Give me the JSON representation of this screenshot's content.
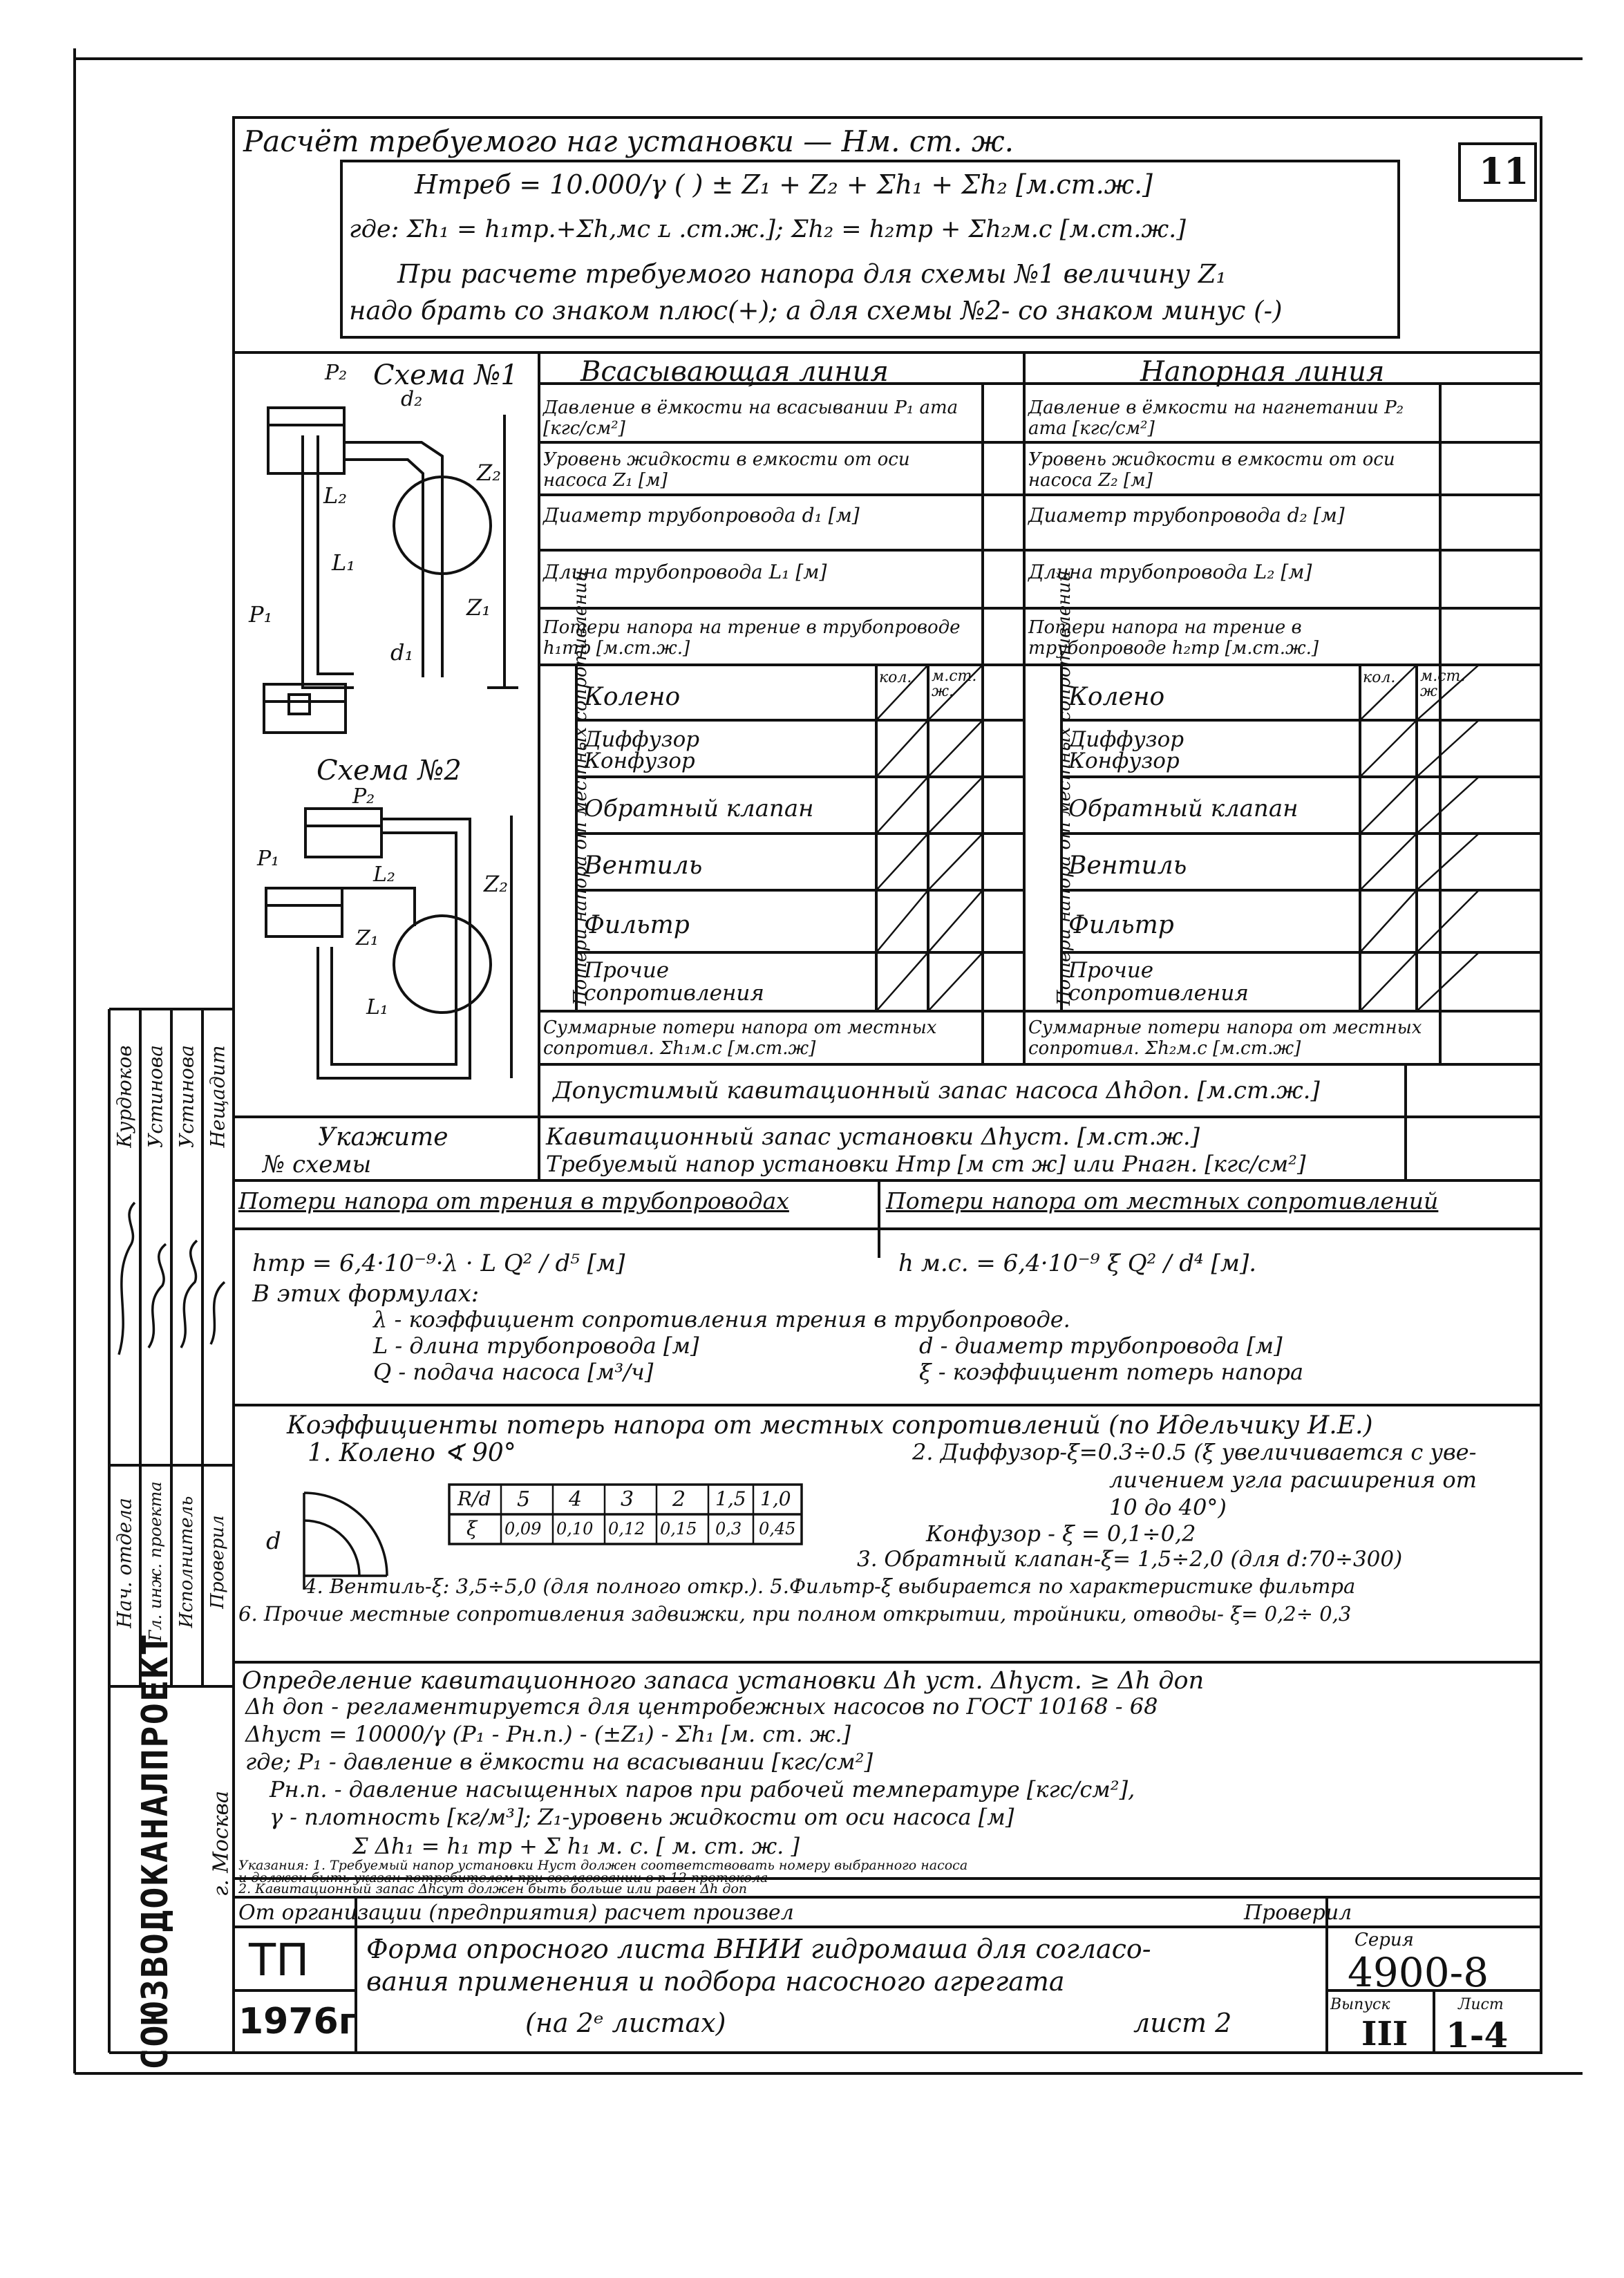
{
  "header": {
    "title": "Расчёт требуемого наг        установки — Нм. ст. ж.",
    "sheet_number": "11",
    "formula_1": "Нтреб = 10.000/γ (        ) ± Z₁ + Z₂ + Σh₁ + Σh₂  [м.ст.ж.]",
    "formula_2": "где: Σh₁ = h₁тр.+Σh,мс ʟ   .ст.ж.];   Σh₂ = h₂тр + Σh₂м.с [м.ст.ж.]",
    "note_1": "При расчете требуемого напора для схемы №1 величину Z₁",
    "note_2": "надо брать со знаком плюс(+); а для схемы №2- со знаком минус (-)"
  },
  "schemes": {
    "scheme1_label": "Схема №1",
    "scheme2_label": "Схема №2",
    "labels": {
      "p1": "P₁",
      "p2": "P₂",
      "d1": "d₁",
      "d2": "d₂",
      "l1": "L₁",
      "l2": "L₂",
      "z1": "Z₁",
      "z2": "Z₂"
    }
  },
  "table": {
    "suction_title": "Всасывающая линия",
    "discharge_title": "Напорная линия",
    "suction_rows": [
      "Давление в ёмкости на всасывании P₁ ата [кгс/см²]",
      "Уровень жидкости в емкости от оси насоса Z₁ [м]",
      "Диаметр трубопровода d₁ [м]",
      "Длина трубопровода L₁ [м]",
      "Потери напора на трение в трубопроводе h₁тр [м.ст.ж.]"
    ],
    "discharge_rows": [
      "Давление в ёмкости на нагнетании P₂ ата [кгс/см²]",
      "Уровень жидкости в емкости от оси насоса Z₂ [м]",
      "Диаметр трубопровода d₂ [м]",
      "Длина трубопровода L₂ [м]",
      "Потери напора на трение в трубопроводе h₂тр [м.ст.ж.]"
    ],
    "local_group_label": "Потери напора от местных сопротивлений",
    "local_items": [
      "Колено",
      "Диффузор Конфузор",
      "Обратный клапан",
      "Вентиль",
      "Фильтр",
      "Прочие сопротивления"
    ],
    "unit_kol": "кол.",
    "unit_mst": "м.ст. ж.",
    "sum_suction": "Суммарные потери напора от местных сопротивл. Σh₁м.с [м.ст.ж]",
    "sum_discharge": "Суммарные потери напора от местных сопротивл. Σh₂м.с [м.ст.ж]",
    "allowable": "Допустимый кавитационный запас насоса Δhдоп. [м.ст.ж.]",
    "specify_1": "Укажите",
    "specify_2": "№ схемы",
    "cavitation_install": "Кавитационный запас установки Δhуст. [м.ст.ж.]",
    "required_head": "Требуемый напор установки Hтр [м ст ж] или Pнагн. [кгс/см²]"
  },
  "formulas": {
    "friction_title": "Потери напора от трения в трубопроводах",
    "local_title": "Потери напора от местных сопротивлений",
    "friction_formula": "hтр = 6,4·10⁻⁹·λ · L Q² / d⁵  [м]",
    "local_formula": "h м.с. = 6,4·10⁻⁹ ξ  Q² / d⁴  [м].",
    "in_formulas": "В этих формулах:",
    "def_lambda": "λ - коэффициент сопротивления трения в трубопроводе.",
    "def_L": "L - длина трубопровода [м]",
    "def_d": "d - диаметр трубопровода [м]",
    "def_Q": "Q - подача насоса        [м³/ч]",
    "def_xi": "ξ - коэффициент потерь напора"
  },
  "coefficients": {
    "title": "Коэффициенты потерь напора от местных сопротивлений (по Идельчику И.Е.)",
    "elbow": "1. Колено ∢ 90°",
    "diffuser_1": "2. Диффузор-ξ=0.3÷0.5 (ξ увеличивается с уве-",
    "diffuser_2": "личением угла расширения от",
    "diffuser_3": "10 до 40°)",
    "confuser": "Конфузор - ξ = 0,1÷0,2",
    "check_valve": "3. Обратный клапан-ξ= 1,5÷2,0 (для d:70÷300)",
    "valve_filter": "4. Вентиль-ξ: 3,5÷5,0 (для полного откр.). 5.Фильтр-ξ выбирается по характеристике фильтра",
    "others": "6. Прочие местные сопротивления задвижки, при полном открытии, тройники, отводы- ξ= 0,2÷ 0,3",
    "elbow_table_headers": [
      "R/d",
      "ξ"
    ],
    "elbow_R_d": [
      "5",
      "4",
      "3",
      "2",
      "1,5",
      "1,0"
    ],
    "elbow_xi": [
      "0,09",
      "0,10",
      "0,12",
      "0,15",
      "0,3",
      "0,45"
    ],
    "elbow_d_label": "d"
  },
  "cavitation": {
    "line1": "Определение кавитационного запаса   установки  Δh уст.  Δhуст. ≥ Δh доп",
    "line2": "Δh доп - регламентируется для центробежных насосов по ГОСТ 10168 - 68",
    "line3": "Δhуст = 10000/γ (P₁ - Pн.п.) - (±Z₁) - Σh₁     [м. ст. ж.]",
    "line4": "где; P₁ - давление в ёмкости на  всасывании  [кгс/см²]",
    "line5": "Pн.п. - давление насыщенных паров при рабочей температуре [кгс/см²],",
    "line6": "γ - плотность [кг/м³];  Z₁-уровень жидкости от оси насоса [м]",
    "line7": "Σ Δh₁ = h₁ тр + Σ h₁ м. с.  [ м. ст. ж. ]"
  },
  "notes": {
    "line1": "Указания: 1. Требуемый напор установки Hуст должен соответствовать номеру выбранного насоса",
    "line2": "и должен быть указан потребителем при согласовании в п 12 протокола",
    "line3": "2. Кавитационный запас Δhсут должен быть больше или равен  Δh доп",
    "org": "От организации (предприятия) расчет произвел",
    "checked": "Проверил"
  },
  "stamp": {
    "tp": "ТП",
    "year": "1976г",
    "form_title_1": "Форма    опросного листа ВНИИ гидромаша для согласо-",
    "form_title_2": "вания применения и подбора насосного агрегата",
    "form_title_3": "(на 2ᵉ листах)",
    "sheet": "лист 2",
    "series_label": "Серия",
    "series": "4900-8",
    "issue_label": "Выпуск",
    "issue": "III",
    "sheet_label": "Лист",
    "sheet_no": "1-4"
  },
  "side": {
    "org": "СОЮЗВОДОКАНАЛПРОЕКТ",
    "city": "г. Москва",
    "roles": [
      "Нач. отдела",
      "Гл. инж. проекта",
      "Исполнитель",
      "Проверил"
    ],
    "names": [
      "Курдюков",
      "Устинова",
      "Устинова",
      "Нещадит"
    ]
  }
}
